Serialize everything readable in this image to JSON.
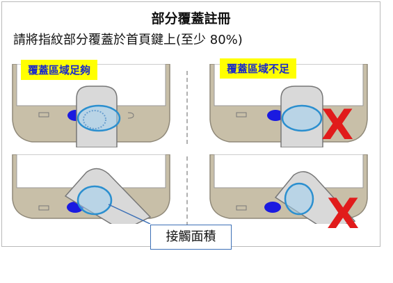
{
  "title": "部分覆蓋註冊",
  "instruction": "請將指紋部分覆蓋於首頁鍵上(至少 80%)",
  "panels": [
    {
      "label": "覆蓋區域足夠",
      "result": "ok"
    },
    {
      "label": "覆蓋區域不足",
      "result": "fail"
    },
    {
      "label": "",
      "result": "ok"
    },
    {
      "label": "",
      "result": "fail"
    }
  ],
  "fail_mark": "X",
  "callout": "接觸面積",
  "colors": {
    "label_bg": "#ffff00",
    "label_text": "#1a2ac8",
    "fail": "#e11b1b",
    "callout_border": "#3b6fb6"
  }
}
